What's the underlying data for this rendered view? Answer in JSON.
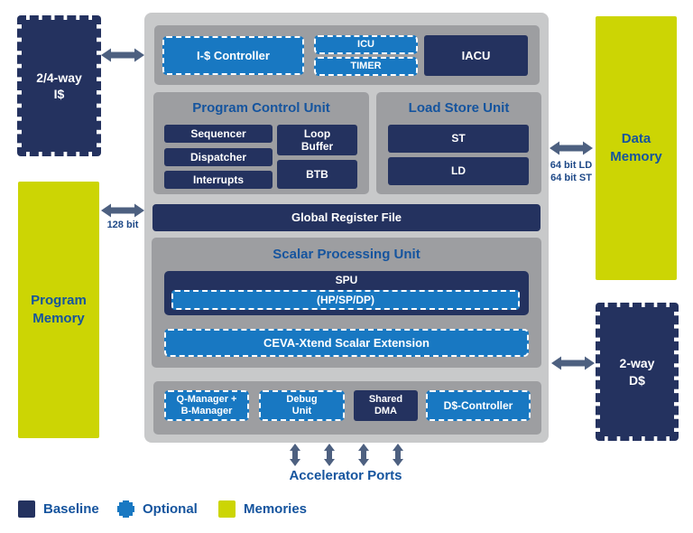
{
  "colors": {
    "baseline_navy": "#24325f",
    "optional_blue": "#1878c2",
    "memories_yellow": "#ccd504",
    "arrow_slate": "#4d6080",
    "section_gray": "#9d9ea1",
    "container_gray": "#c8c9ca",
    "label_blue": "#15549e"
  },
  "memories": {
    "icache_label": "2/4-way\nI$",
    "program_memory_label": "Program\nMemory",
    "data_memory_label": "Data\nMemory",
    "dcache_label": "2-way\nD$"
  },
  "core": {
    "top": {
      "ic_controller": "I-$ Controller",
      "icu": "ICU",
      "timer": "TIMER",
      "iacu": "IACU"
    },
    "pcu": {
      "title": "Program Control Unit",
      "sequencer": "Sequencer",
      "dispatcher": "Dispatcher",
      "interrupts": "Interrupts",
      "loop_buffer": "Loop\nBuffer",
      "btb": "BTB"
    },
    "lsu": {
      "title": "Load Store Unit",
      "st": "ST",
      "ld": "LD"
    },
    "global_register_file": "Global Register File",
    "spu": {
      "title": "Scalar Processing Unit",
      "spu": "SPU",
      "precision": "(HP/SP/DP)",
      "xtend": "CEVA-Xtend Scalar Extension"
    },
    "bottom": {
      "q_b_manager": "Q-Manager +\nB-Manager",
      "debug_unit": "Debug\nUnit",
      "shared_dma": "Shared\nDMA",
      "d_controller": "D$-Controller"
    }
  },
  "buses": {
    "program_bus": "128 bit",
    "data_bus": "64 bit LD\n64 bit ST"
  },
  "accelerator_ports_label": "Accelerator Ports",
  "legend": {
    "baseline": "Baseline",
    "optional": "Optional",
    "memories": "Memories"
  }
}
